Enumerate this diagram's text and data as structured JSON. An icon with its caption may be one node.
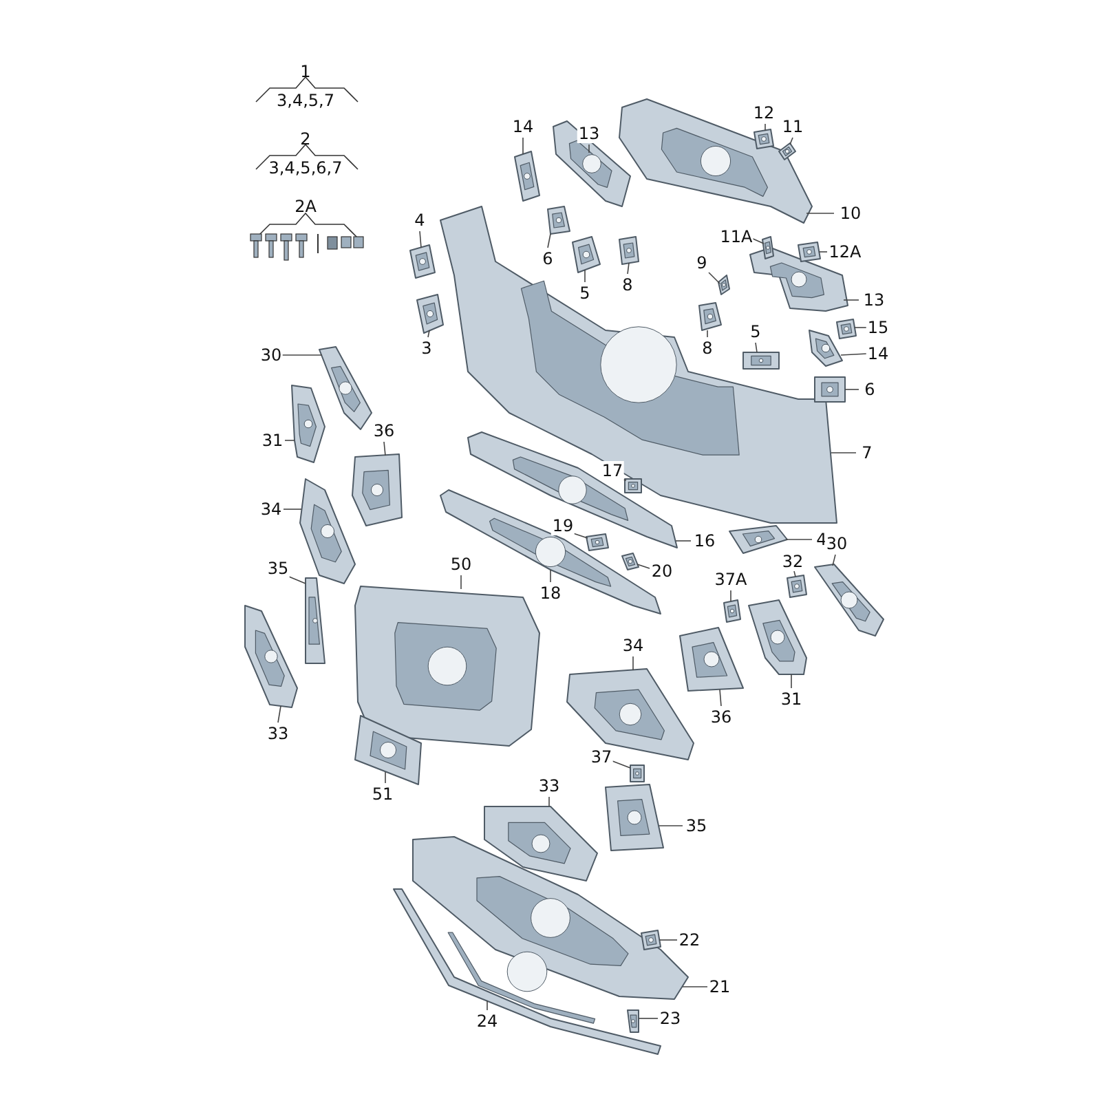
{
  "diagram": {
    "nodes": [
      {
        "text": [
          "4"
        ]
      },
      {
        "text": [],
        "shape": "picture"
      },
      {
        "text": [
          "3"
        ]
      },
      {
        "text": [],
        "shape": "picture"
      },
      {
        "text": [
          "14"
        ]
      },
      {
        "text": [],
        "shape": "picture"
      },
      {
        "text": [
          "13"
        ]
      },
      {
        "text": [],
        "shape": "picture"
      },
      {
        "text": [
          "6"
        ]
      },
      {
        "text": [],
        "shape": "picture"
      },
      {
        "text": [
          "5"
        ]
      },
      {
        "text": [],
        "shape": "picture"
      },
      {
        "text": [
          "8"
        ]
      },
      {
        "text": [],
        "shape": "picture"
      },
      {
        "text": [
          "12"
        ]
      },
      {
        "text": [],
        "shape": "picture"
      },
      {
        "text": [
          "11"
        ]
      },
      {
        "text": [],
        "shape": "picture"
      },
      {
        "text": [
          "10"
        ]
      },
      {
        "text": [],
        "shape": "picture"
      },
      {
        "text": [
          "11A"
        ]
      },
      {
        "text": [],
        "shape": "picture"
      },
      {
        "text": [
          "12A"
        ]
      },
      {
        "text": [],
        "shape": "picture"
      },
      {
        "text": [
          "13"
        ]
      },
      {
        "text": [],
        "shape": "picture"
      },
      {
        "text": [
          "9"
        ]
      },
      {
        "text": [],
        "shape": "picture"
      },
      {
        "text": [
          "8"
        ]
      },
      {
        "text": [],
        "shape": "picture"
      },
      {
        "text": [
          "5"
        ]
      },
      {
        "text": [],
        "shape": "picture"
      },
      {
        "text": [
          "15"
        ]
      },
      {
        "text": [],
        "shape": "picture"
      },
      {
        "text": [
          "14"
        ]
      },
      {
        "text": [],
        "shape": "picture"
      },
      {
        "text": [
          "6"
        ]
      },
      {
        "text": [],
        "shape": "picture"
      },
      {
        "text": [
          "7"
        ]
      },
      {
        "text": [],
        "shape": "picture"
      },
      {
        "text": [
          "30"
        ]
      },
      {
        "text": [],
        "shape": "picture"
      },
      {
        "text": [
          "31"
        ]
      },
      {
        "text": [],
        "shape": "picture"
      },
      {
        "text": [
          "36"
        ]
      },
      {
        "text": [],
        "shape": "picture"
      },
      {
        "text": [
          "17"
        ]
      },
      {
        "text": [],
        "shape": "picture"
      },
      {
        "text": [
          "34"
        ]
      },
      {
        "text": [],
        "shape": "picture"
      },
      {
        "text": [
          "19"
        ]
      },
      {
        "text": [],
        "shape": "picture"
      },
      {
        "text": [
          "16"
        ]
      },
      {
        "text": [],
        "shape": "picture"
      },
      {
        "text": [
          "4"
        ]
      },
      {
        "text": [],
        "shape": "picture"
      },
      {
        "text": [
          "20"
        ]
      },
      {
        "text": [],
        "shape": "picture"
      },
      {
        "text": [
          "18"
        ]
      },
      {
        "text": [],
        "shape": "picture"
      },
      {
        "text": [
          "35"
        ]
      },
      {
        "text": [],
        "shape": "picture"
      },
      {
        "text": [
          "50"
        ]
      },
      {
        "text": [],
        "shape": "picture"
      },
      {
        "text": [
          "30"
        ]
      },
      {
        "text": [],
        "shape": "picture"
      },
      {
        "text": [
          "32"
        ]
      },
      {
        "text": [],
        "shape": "picture"
      },
      {
        "text": [
          "37A"
        ]
      },
      {
        "text": [],
        "shape": "picture"
      },
      {
        "text": [
          "34"
        ]
      },
      {
        "text": [],
        "shape": "picture"
      },
      {
        "text": [
          "33"
        ]
      },
      {
        "text": [],
        "shape": "picture"
      },
      {
        "text": [
          "36"
        ]
      },
      {
        "text": [],
        "shape": "picture"
      },
      {
        "text": [
          "31"
        ]
      },
      {
        "text": [],
        "shape": "picture"
      },
      {
        "text": [
          "37"
        ]
      },
      {
        "text": [],
        "shape": "picture"
      },
      {
        "text": [
          "51"
        ]
      },
      {
        "text": [],
        "shape": "picture"
      },
      {
        "text": [
          "33"
        ]
      },
      {
        "text": [],
        "shape": "picture"
      },
      {
        "text": [
          "35"
        ]
      },
      {
        "text": [],
        "shape": "picture"
      },
      {
        "text": [
          "22"
        ]
      },
      {
        "text": [],
        "shape": "picture"
      },
      {
        "text": [
          "21"
        ]
      },
      {
        "text": [],
        "shape": "picture"
      },
      {
        "text": [
          "24"
        ]
      },
      {
        "text": [],
        "shape": "picture"
      },
      {
        "text": [
          "23"
        ]
      },
      {
        "text": [],
        "shape": "picture"
      }
    ],
    "edges": [
      {
        "from": 0,
        "to": 1,
        "arrow": "none"
      },
      {
        "from": 2,
        "to": 3,
        "arrow": "none"
      },
      {
        "from": 4,
        "to": 5,
        "arrow": "none"
      },
      {
        "from": 6,
        "to": 7,
        "arrow": "none"
      },
      {
        "from": 8,
        "to": 9,
        "arrow": "none"
      },
      {
        "from": 10,
        "to": 11,
        "arrow": "none"
      },
      {
        "from": 12,
        "to": 13,
        "arrow": "none"
      },
      {
        "from": 14,
        "to": 15,
        "arrow": "none"
      },
      {
        "from": 16,
        "to": 17,
        "arrow": "none"
      },
      {
        "from": 18,
        "to": 19,
        "arrow": "none"
      },
      {
        "from": 20,
        "to": 21,
        "arrow": "none"
      },
      {
        "from": 22,
        "to": 23,
        "arrow": "none"
      },
      {
        "from": 24,
        "to": 25,
        "arrow": "none"
      },
      {
        "from": 26,
        "to": 27,
        "arrow": "none"
      },
      {
        "from": 28,
        "to": 29,
        "arrow": "none"
      },
      {
        "from": 30,
        "to": 31,
        "arrow": "none"
      },
      {
        "from": 32,
        "to": 33,
        "arrow": "none"
      },
      {
        "from": 34,
        "to": 35,
        "arrow": "none"
      },
      {
        "from": 36,
        "to": 37,
        "arrow": "none"
      },
      {
        "from": 38,
        "to": 39,
        "arrow": "none"
      },
      {
        "from": 40,
        "to": 41,
        "arrow": "none"
      },
      {
        "from": 42,
        "to": 43,
        "arrow": "none"
      },
      {
        "from": 44,
        "to": 45,
        "arrow": "none"
      },
      {
        "from": 46,
        "to": 47,
        "arrow": "none"
      },
      {
        "from": 48,
        "to": 49,
        "arrow": "none"
      },
      {
        "from": 50,
        "to": 51,
        "arrow": "none"
      },
      {
        "from": 52,
        "to": 53,
        "arrow": "none"
      },
      {
        "from": 54,
        "to": 55,
        "arrow": "none"
      },
      {
        "from": 56,
        "to": 57,
        "arrow": "none"
      },
      {
        "from": 58,
        "to": 59,
        "arrow": "none"
      },
      {
        "from": 60,
        "to": 61,
        "arrow": "none"
      },
      {
        "from": 62,
        "to": 63,
        "arrow": "none"
      },
      {
        "from": 64,
        "to": 65,
        "arrow": "none"
      },
      {
        "from": 66,
        "to": 67,
        "arrow": "none"
      },
      {
        "from": 68,
        "to": 69,
        "arrow": "none"
      },
      {
        "from": 70,
        "to": 71,
        "arrow": "none"
      },
      {
        "from": 72,
        "to": 73,
        "arrow": "none"
      },
      {
        "from": 74,
        "to": 75,
        "arrow": "none"
      },
      {
        "from": 76,
        "to": 77,
        "arrow": "none"
      },
      {
        "from": 78,
        "to": 79,
        "arrow": "none"
      },
      {
        "from": 80,
        "to": 81,
        "arrow": "none"
      },
      {
        "from": 82,
        "to": 83,
        "arrow": "none"
      },
      {
        "from": 84,
        "to": 85,
        "arrow": "none"
      },
      {
        "from": 86,
        "to": 87,
        "arrow": "none"
      },
      {
        "from": 88,
        "to": 89,
        "arrow": "none"
      },
      {
        "from": 90,
        "to": 91,
        "arrow": "none"
      },
      {
        "from": 92,
        "to": 93,
        "arrow": "none"
      }
    ],
    "labels": [
      "1",
      "3,4,5,7",
      "2",
      "3,4,5,6,7",
      "2A"
    ]
  }
}
